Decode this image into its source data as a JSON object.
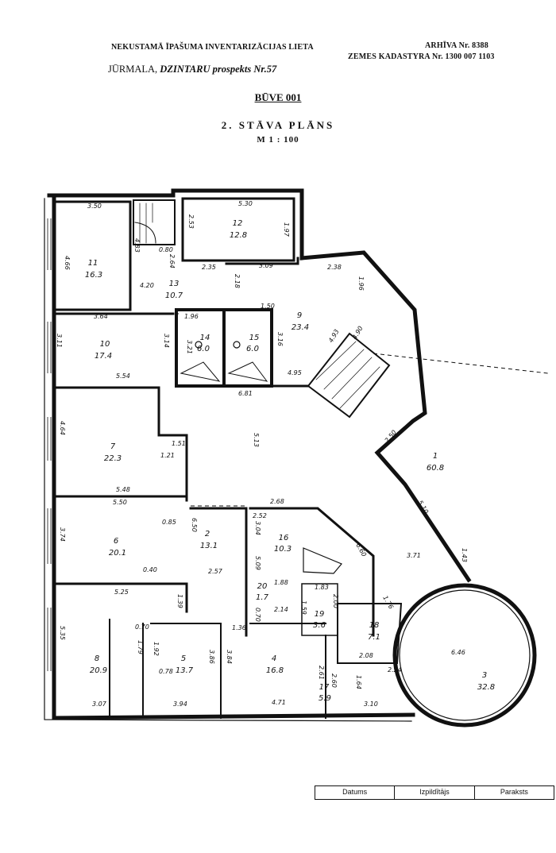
{
  "header": {
    "left_title": "NEKUSTAMĀ ĪPAŠUMA INVENTARIZĀCIJAS LIETA",
    "archive": "ARHĪVA Nr. 8388",
    "cadastre": "ZEMES KADASTYRA Nr. 1300 007 1103",
    "city": "JŪRMALA,",
    "street": "DZINTARU prospekts Nr.57",
    "building": "BŪVE 001",
    "plan_title": "2. STĀVA PLĀNS",
    "scale": "M 1 : 100"
  },
  "rooms": [
    {
      "no": "1",
      "area": "60.8"
    },
    {
      "no": "2",
      "area": "13.1"
    },
    {
      "no": "3",
      "area": "32.8"
    },
    {
      "no": "4",
      "area": "16.8"
    },
    {
      "no": "5",
      "area": "13.7"
    },
    {
      "no": "6",
      "area": "20.1"
    },
    {
      "no": "7",
      "area": "22.3"
    },
    {
      "no": "8",
      "area": "20.9"
    },
    {
      "no": "9",
      "area": "23.4"
    },
    {
      "no": "10",
      "area": "17.4"
    },
    {
      "no": "11",
      "area": "16.3"
    },
    {
      "no": "12",
      "area": "12.8"
    },
    {
      "no": "13",
      "area": "10.7"
    },
    {
      "no": "14",
      "area": "6.0"
    },
    {
      "no": "15",
      "area": "6.0"
    },
    {
      "no": "16",
      "area": "10.3"
    },
    {
      "no": "17",
      "area": "5.9"
    },
    {
      "no": "18",
      "area": "7.1"
    },
    {
      "no": "19",
      "area": "3.6"
    },
    {
      "no": "20",
      "area": "1.7"
    }
  ],
  "dimensions": [
    "3.50",
    "4.66",
    "4.83",
    "4.20",
    "3.64",
    "3.11",
    "3.14",
    "5.54",
    "4.64",
    "5.48",
    "5.50",
    "3.74",
    "5.25",
    "5.35",
    "3.07",
    "3.94",
    "4.71",
    "3.10",
    "5.30",
    "2.53",
    "1.97",
    "2.35",
    "3.09",
    "2.38",
    "1.96",
    "2.18",
    "3.16",
    "6.81",
    "4.95",
    "4.93",
    "4.90",
    "5.13",
    "5.10",
    "3.71",
    "1.43",
    "6.46",
    "2.50",
    "1.51",
    "1.21",
    "0.85",
    "0.40",
    "6.50",
    "2.57",
    "3.04",
    "5.09",
    "2.68",
    "2.52",
    "6.60",
    "1.88",
    "0.70",
    "2.14",
    "1.36",
    "3.86",
    "3.84",
    "2.61",
    "2.60",
    "1.64",
    "2.24",
    "2.08",
    "1.92",
    "1.79",
    "0.78",
    "0.70",
    "1.39",
    "1.83",
    "2.00",
    "1.76",
    "1.59",
    "0.80",
    "2.64",
    "1.50",
    "1.96",
    "3.21"
  ],
  "signature_table": {
    "col1": "Datums",
    "col2": "Izpildītājs",
    "col3": "Paraksts"
  }
}
